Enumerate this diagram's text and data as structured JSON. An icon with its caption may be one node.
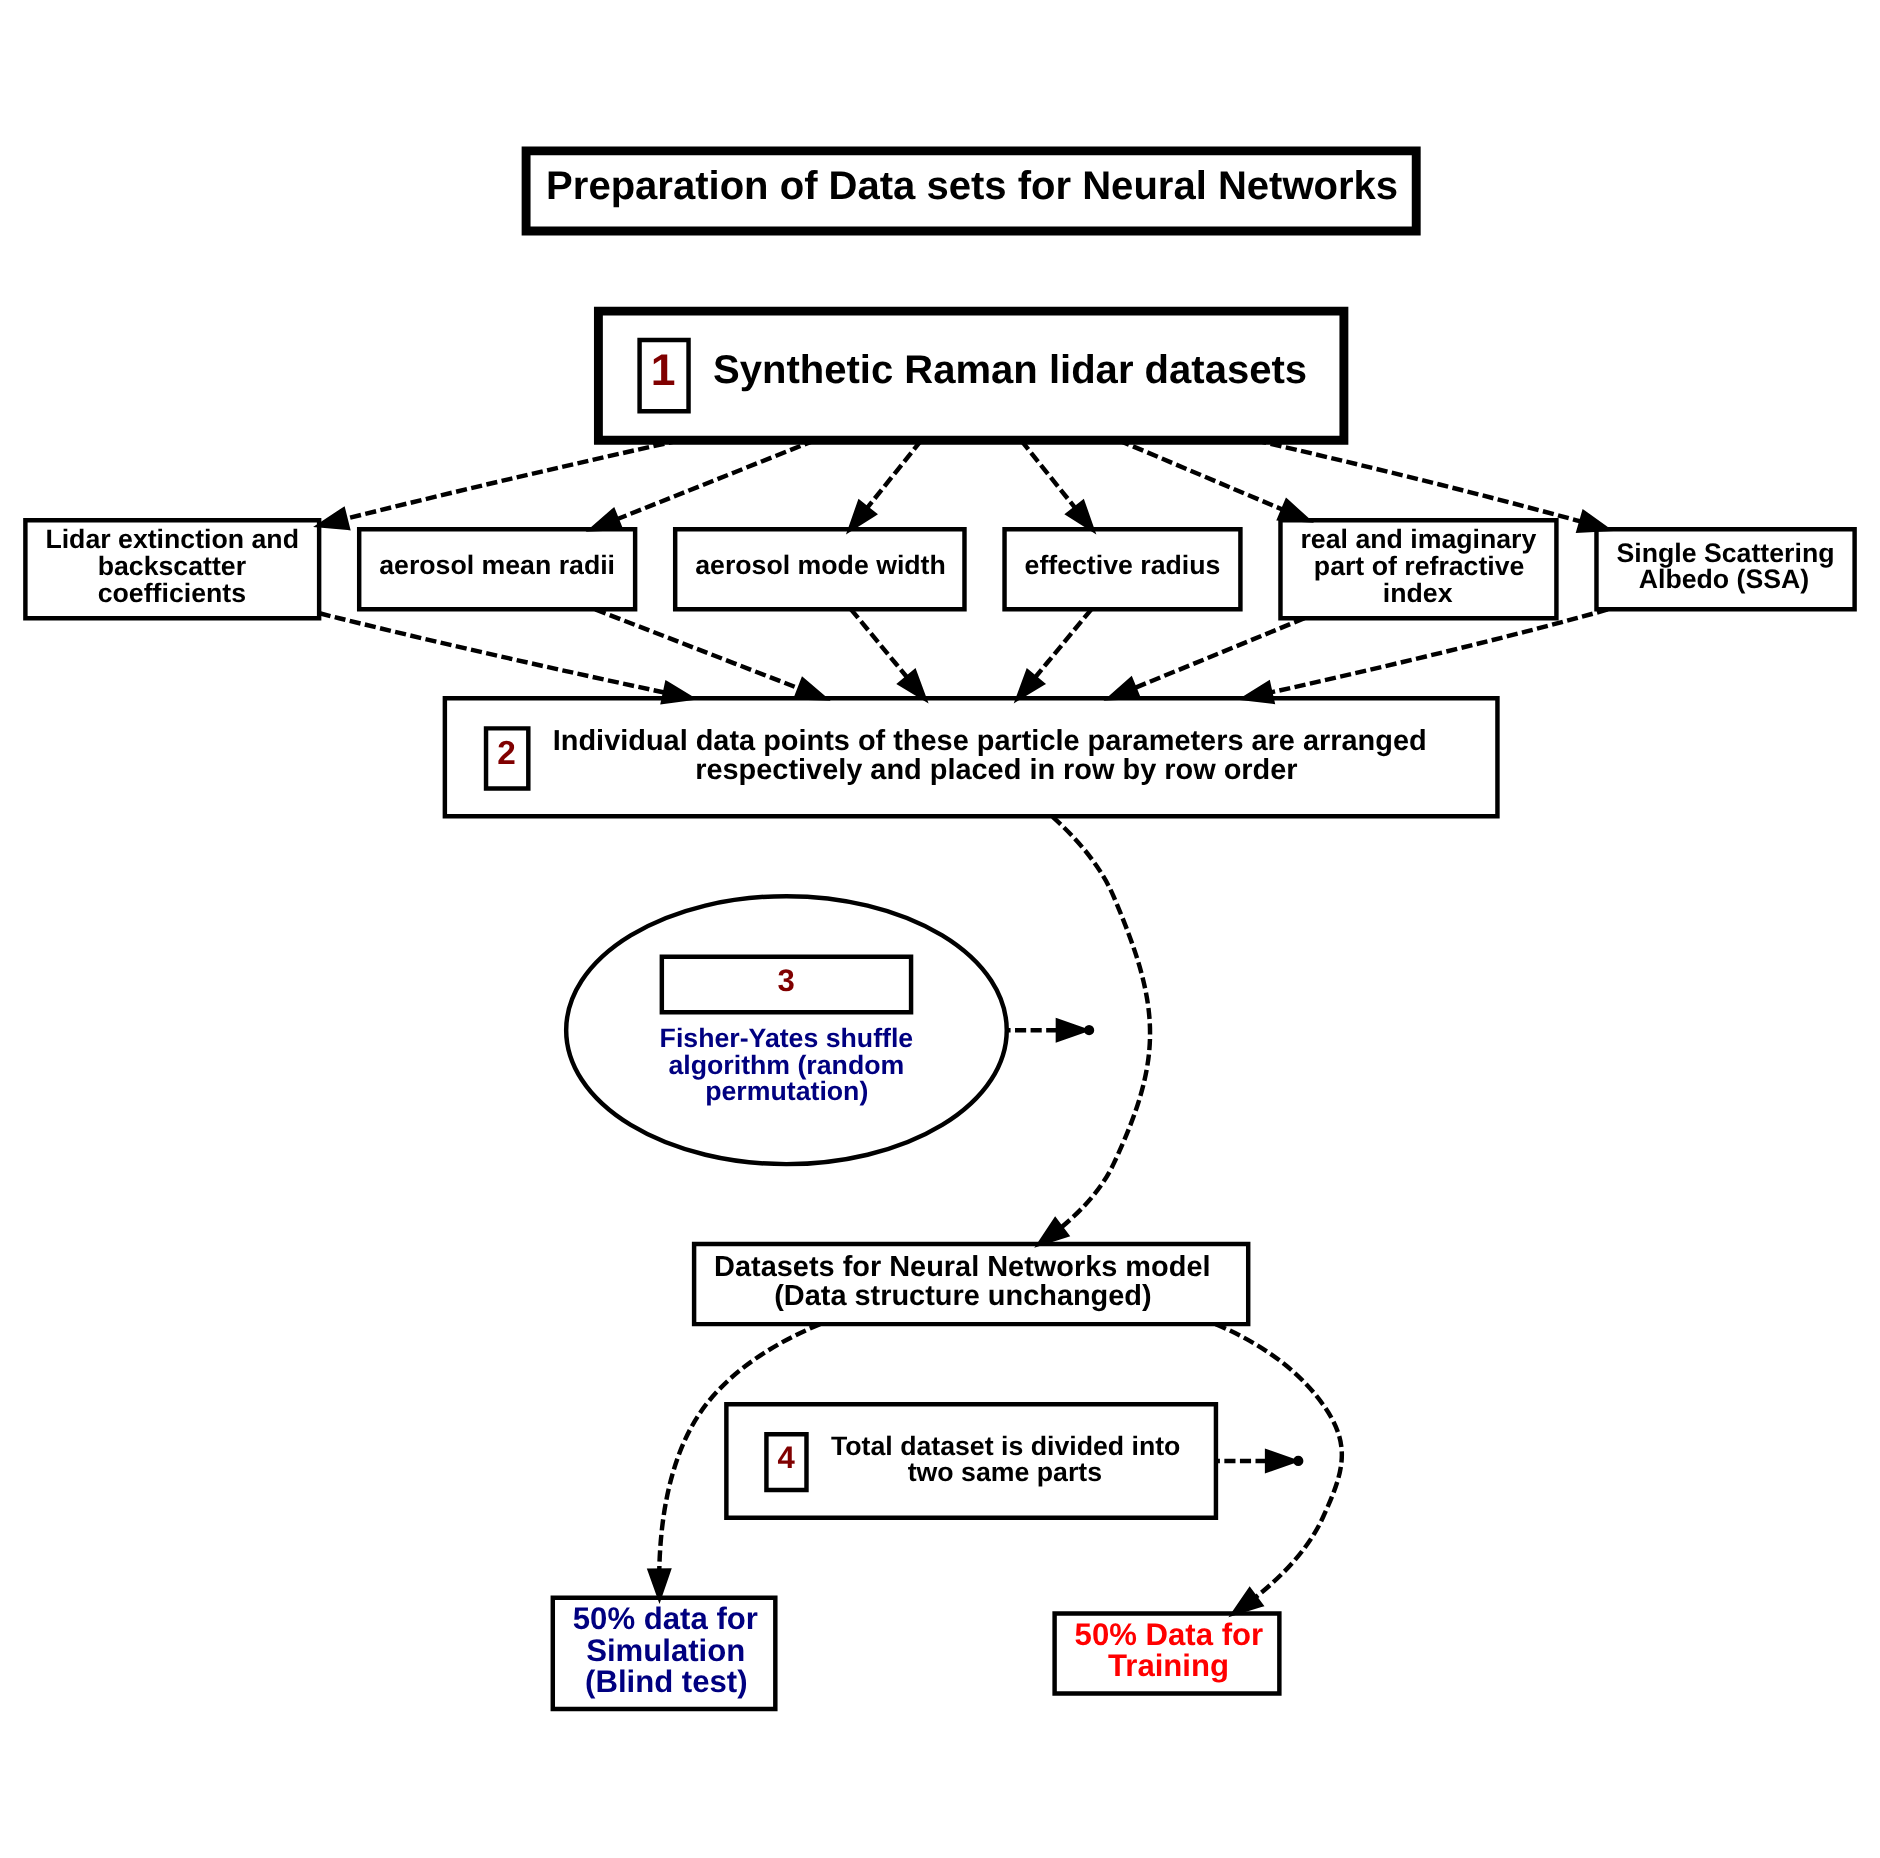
{
  "diagram": {
    "nodes": [
      {
        "text": [
          "Preparation of Data sets for Neural Networks"
        ]
      },
      {
        "text": [
          "1",
          "Synthetic Raman lidar datasets"
        ]
      },
      {
        "text": [
          "Lidar extinction and backscatter coefficients"
        ]
      },
      {
        "text": [
          "aerosol mean radii"
        ]
      },
      {
        "text": [
          "aerosol mode width"
        ]
      },
      {
        "text": [
          "effective radius"
        ]
      },
      {
        "text": [
          "real and imaginary part of refractive index"
        ]
      },
      {
        "text": [
          "Single Scattering Albedo (SSA)"
        ]
      },
      {
        "text": [
          "2",
          "Individual data points of these particle parameters are arranged respectively and placed in row by row order"
        ]
      },
      {
        "text": [
          "3",
          "Fisher-Yates shuffle algorithm (random permutation)"
        ]
      },
      {
        "text": [
          "Datasets for Neural Networks model (Data structure unchanged)"
        ]
      },
      {
        "text": [
          "4",
          "Total dataset is divided into two same parts"
        ]
      },
      {
        "text": [
          "50% Data for Training"
        ]
      },
      {
        "text": [
          "50% data for Simulation (Blind test)"
        ]
      }
    ],
    "edges": [
      {
        "from": 1,
        "to": 2,
        "arrow": "to",
        "style": "dashed"
      },
      {
        "from": 1,
        "to": 3,
        "arrow": "to",
        "style": "dashed"
      },
      {
        "from": 1,
        "to": 4,
        "arrow": "to",
        "style": "dashed"
      },
      {
        "from": 1,
        "to": 5,
        "arrow": "to",
        "style": "dashed"
      },
      {
        "from": 1,
        "to": 6,
        "arrow": "to",
        "style": "dashed"
      },
      {
        "from": 1,
        "to": 7,
        "arrow": "to",
        "style": "dashed"
      },
      {
        "from": 2,
        "to": 8,
        "arrow": "to",
        "style": "dashed"
      },
      {
        "from": 3,
        "to": 8,
        "arrow": "to",
        "style": "dashed"
      },
      {
        "from": 4,
        "to": 8,
        "arrow": "to",
        "style": "dashed"
      },
      {
        "from": 5,
        "to": 8,
        "arrow": "to",
        "style": "dashed"
      },
      {
        "from": 6,
        "to": 8,
        "arrow": "to",
        "style": "dashed"
      },
      {
        "from": 7,
        "to": 8,
        "arrow": "to",
        "style": "dashed"
      },
      {
        "from": 8,
        "to": 10,
        "arrow": "to",
        "style": "dashed"
      },
      {
        "from": 9,
        "to": null,
        "arrow": "to",
        "style": "dashed"
      },
      {
        "from": 10,
        "to": 12,
        "arrow": "to",
        "style": "dashed"
      },
      {
        "from": 10,
        "to": 13,
        "arrow": "to",
        "style": "dashed"
      },
      {
        "from": 11,
        "to": null,
        "arrow": "to",
        "style": "dashed"
      }
    ]
  }
}
